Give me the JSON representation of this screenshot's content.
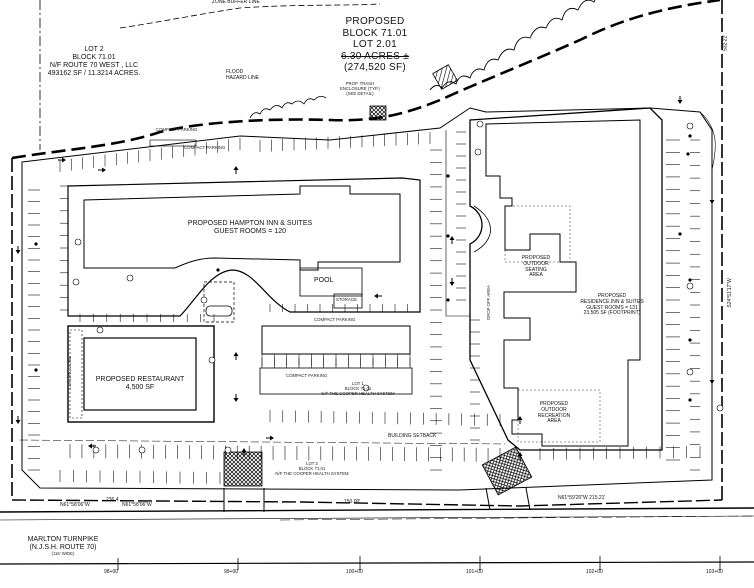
{
  "parcel": {
    "title": [
      "PROPOSED",
      "BLOCK 71.01",
      "LOT 2.01"
    ],
    "area_acres": "6.30 ACRES ±",
    "area_sf": "(274,520 SF)"
  },
  "neighbor_lot": {
    "lines": [
      "LOT 2",
      "BLOCK 71.01",
      "N/F ROUTE 70 WEST , LLC",
      "493162 SF / 11.3214 ACRES."
    ]
  },
  "labels": {
    "zone_buffer": "ZONE BUFFER LINE",
    "flood_hazard": [
      "FLOOD",
      "HAZARD LINE"
    ],
    "trash": [
      "PROP. TRASH",
      "ENCLOSURE (TYP.)",
      "(SEE DETAIL)"
    ],
    "compact_parking": "COMPACT PARKING",
    "building_setback": "BUILDING SETBACK",
    "loading_zone": "LOADING ZONE",
    "drop_off": "DROP OFF AREA"
  },
  "buildings": {
    "hampton": [
      "PROPOSED HAMPTON INN & SUITES",
      "GUEST ROOMS = 120"
    ],
    "pool": "POOL",
    "storage": "STORAGE",
    "restaurant": [
      "PROPOSED RESTAURANT",
      "4,500 SF"
    ],
    "residence": [
      "PROPOSED",
      "RESIDENCE INN & SUITES",
      "GUEST ROOMS = 131",
      "23,505 SF (FOOTPRINT)"
    ],
    "seating": [
      "PROPOSED",
      "OUTDOOR",
      "SEATING",
      "AREA"
    ],
    "recreation": [
      "PROPOSED",
      "OUTDOOR",
      "RECREATION",
      "AREA"
    ]
  },
  "lots": {
    "lot1": [
      "LOT 1",
      "BLOCK 71.01",
      "N/F THE COOPER HEALTH SYSTEM"
    ],
    "lot2": [
      "LOT 2",
      "BLOCK 71.01",
      "N/F THE COOPER HEALTH SYSTEM"
    ]
  },
  "road": {
    "name": [
      "MARLTON TURNPIKE",
      "(N.J.S.H. ROUTE 70)",
      "(116' WIDE)"
    ],
    "stations": [
      "98+00",
      "99+00",
      "100+00",
      "101+00",
      "102+00",
      "103+00"
    ]
  },
  "bearings": {
    "south_left": "N61°58'06\"W",
    "south_left2": "N61°58'06\"W",
    "south_right": "N61°59'20\"W  215.21'",
    "east": "S24°51'17\"W",
    "east_dim": "532.22'",
    "south_dim": "150.00'",
    "dim_small": "236.4"
  }
}
